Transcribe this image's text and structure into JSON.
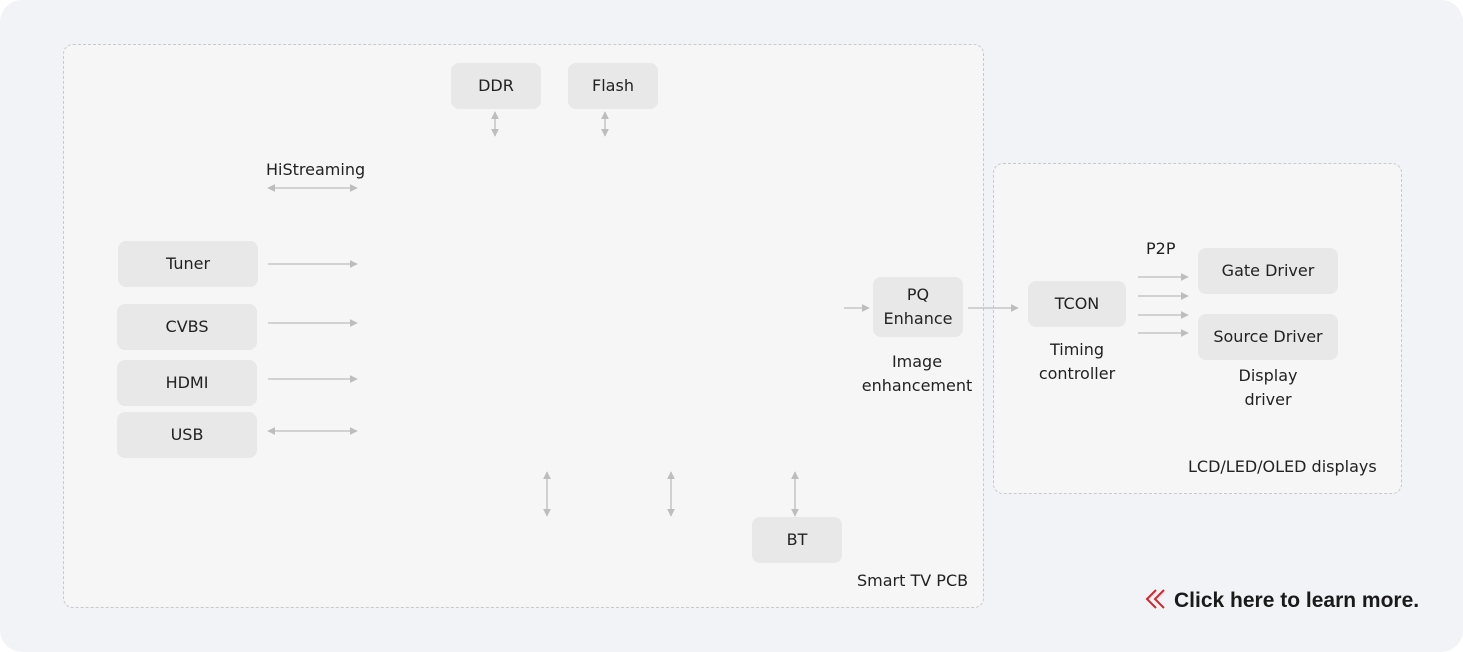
{
  "regions": {
    "pcb": "Smart TV PCB",
    "display": "LCD/LED/OLED displays"
  },
  "blocks": {
    "ddr": "DDR",
    "flash": "Flash",
    "tuner": "Tuner",
    "cvbs": "CVBS",
    "hdmi": "HDMI",
    "usb": "USB",
    "bt": "BT",
    "pq_line1": "PQ",
    "pq_line2": "Enhance",
    "tcon": "TCON",
    "gate_driver": "Gate Driver",
    "source_driver": "Source Driver"
  },
  "labels": {
    "histreaming": "HiStreaming",
    "image_enh_line1": "Image",
    "image_enh_line2": "enhancement",
    "timing_line1": "Timing",
    "timing_line2": "controller",
    "p2p": "P2P",
    "display_driver_line1": "Display",
    "display_driver_line2": "driver"
  },
  "cta": {
    "text": "Click here to learn more.",
    "icon": "double-chevron-left-icon",
    "accent": "#d9262c"
  },
  "colors": {
    "background": "#f2f3f6",
    "panel": "#f6f6f6",
    "block": "#e8e8e8",
    "connector": "#bdbdbd"
  }
}
